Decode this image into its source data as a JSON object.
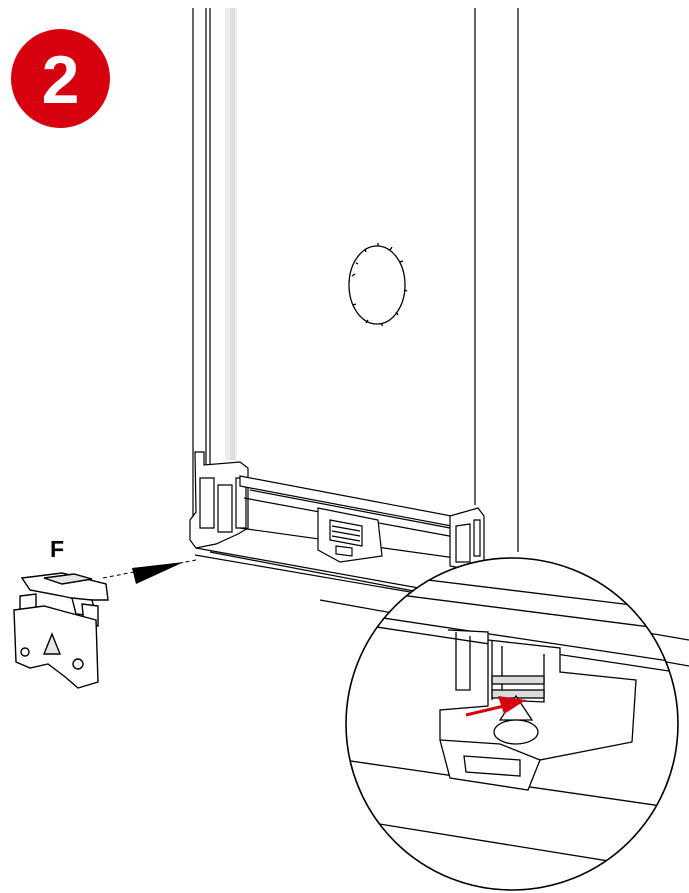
{
  "step": {
    "number": "2",
    "badge_color": "#d7000f"
  },
  "part": {
    "label": "F"
  },
  "colors": {
    "line": "#000000",
    "fill": "#ffffff",
    "shade": "#e6e6e6",
    "arrow": "#d7000f"
  },
  "icons": {
    "step_badge": "red-circle-number",
    "detail": "magnifier-circle",
    "direction": "insert-arrow"
  }
}
